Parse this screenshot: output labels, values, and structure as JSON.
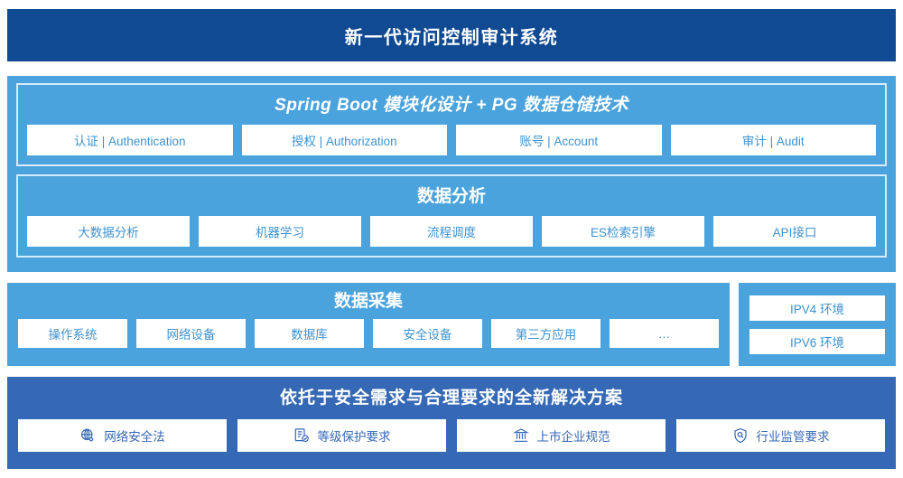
{
  "header": {
    "title": "新一代访问控制审计系统"
  },
  "architecture": {
    "spring_panel": {
      "title": "Spring Boot 模块化设计 + PG 数据仓储技术",
      "chips": [
        "认证 | Authentication",
        "授权 | Authorization",
        "账号 | Account",
        "审计 | Audit"
      ]
    },
    "analysis_panel": {
      "title": "数据分析",
      "chips": [
        "大数据分析",
        "机器学习",
        "流程调度",
        "ES检索引擎",
        "API接口"
      ]
    }
  },
  "collection": {
    "title": "数据采集",
    "chips": [
      "操作系统",
      "网络设备",
      "数据库",
      "安全设备",
      "第三方应用",
      "…"
    ],
    "environments": [
      "IPV4 环境",
      "IPV6 环境"
    ]
  },
  "compliance": {
    "title": "依托于安全需求与合理要求的全新解决方案",
    "items": [
      {
        "label": "网络安全法",
        "icon": "globe-network-icon"
      },
      {
        "label": "等级保护要求",
        "icon": "document-check-icon"
      },
      {
        "label": "上市企业规范",
        "icon": "bank-building-icon"
      },
      {
        "label": "行业监管要求",
        "icon": "shield-search-icon"
      }
    ]
  },
  "colors": {
    "header_navy": "#0f4a93",
    "panel_blue": "#4aa3dd",
    "bottom_blue": "#3569b5",
    "chip_text": "#3d92d0",
    "bottom_chip_text": "#3569b5",
    "chip_bg": "#ffffff",
    "panel_border": "#d7ecf9"
  }
}
